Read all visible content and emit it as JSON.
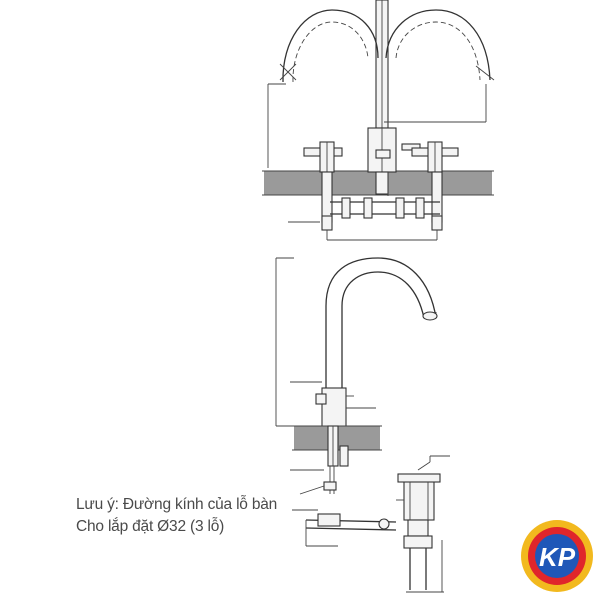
{
  "notes": {
    "line1": "Lưu ý: Đường kính của lỗ bàn",
    "line2": "Cho lắp đặt Ø32 (3 lỗ)"
  },
  "logo": {
    "text": "KP",
    "colors": {
      "outer": "#f2b91e",
      "middle": "#e0262b",
      "inner": "#1f57b8",
      "text": "#ffffff"
    }
  },
  "colors": {
    "line": "#333333",
    "counter": "#9a9a9a",
    "background": "#ffffff"
  }
}
